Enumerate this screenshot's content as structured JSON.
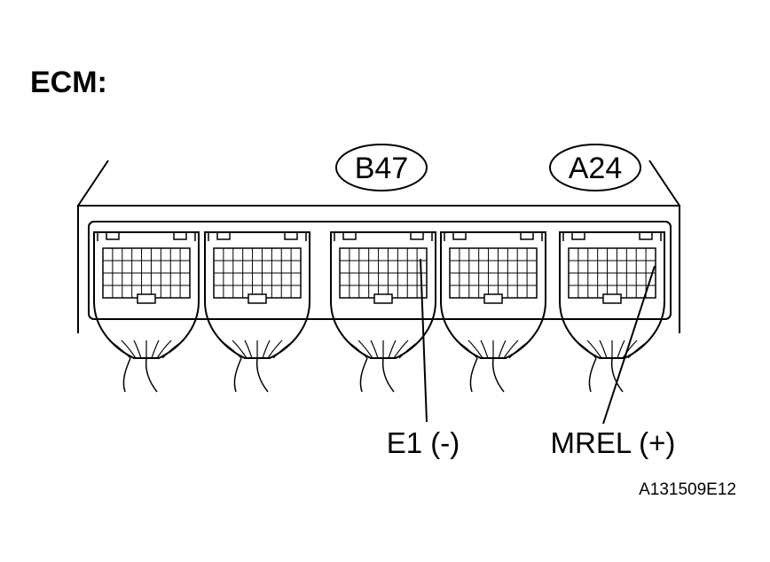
{
  "title": "ECM:",
  "connectors": [
    {
      "code": "B47"
    },
    {
      "code": "A24"
    }
  ],
  "pin_labels": [
    {
      "text": "E1 (-)"
    },
    {
      "text": "MREL (+)"
    }
  ],
  "reference": "A131509E12",
  "colors": {
    "line": "#000000",
    "background": "#ffffff"
  }
}
